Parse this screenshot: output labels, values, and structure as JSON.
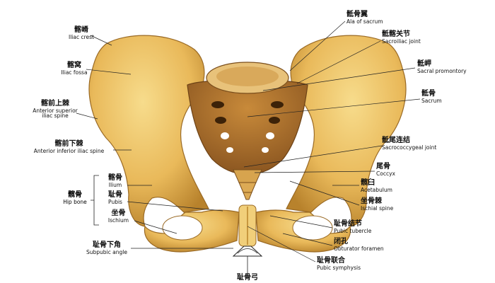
{
  "labels": {
    "iliac_crest": {
      "zh": "髂嵴",
      "en": "Iliac crest"
    },
    "iliac_fossa": {
      "zh": "髂窝",
      "en": "Iliac fossa"
    },
    "asis": {
      "zh": "髂前上棘",
      "en": "Anterior superior iliac spine"
    },
    "aiis": {
      "zh": "髂前下棘",
      "en": "Anterior inferior iliac spine"
    },
    "hip_bone": {
      "zh": "髋骨",
      "en": "Hip bone"
    },
    "ilium": {
      "zh": "髂骨",
      "en": "Ilium"
    },
    "pubis": {
      "zh": "耻骨",
      "en": "Pubis"
    },
    "ischium": {
      "zh": "坐骨",
      "en": "Ischium"
    },
    "subpubic_angle": {
      "zh": "耻骨下角",
      "en": "Subpubic angle"
    },
    "ala_sacrum": {
      "zh": "骶骨翼",
      "en": "Ala of sacrum"
    },
    "sacroiliac_joint": {
      "zh": "骶髂关节",
      "en": "Sacroiliac joint"
    },
    "sacral_promontory": {
      "zh": "骶岬",
      "en": "Sacral promontory"
    },
    "sacrum": {
      "zh": "骶骨",
      "en": "Sacrum"
    },
    "sacrococcygeal_joint": {
      "zh": "骶尾连结",
      "en": "Sacrococcygeal joint"
    },
    "coccyx": {
      "zh": "尾骨",
      "en": "Coccyx"
    },
    "acetabulum": {
      "zh": "髋臼",
      "en": "Acetabulum"
    },
    "ischial_spine": {
      "zh": "坐骨棘",
      "en": "Ischial spine"
    },
    "pubic_tubercle": {
      "zh": "耻骨结节",
      "en": "Pubic tubercle"
    },
    "obturator_foramen": {
      "zh": "闭孔",
      "en": "Obturator foramen"
    },
    "pubic_symphysis": {
      "zh": "耻骨联合",
      "en": "Pubic symphysis"
    },
    "pubic_arch": {
      "zh": "耻骨弓",
      "en": ""
    }
  }
}
